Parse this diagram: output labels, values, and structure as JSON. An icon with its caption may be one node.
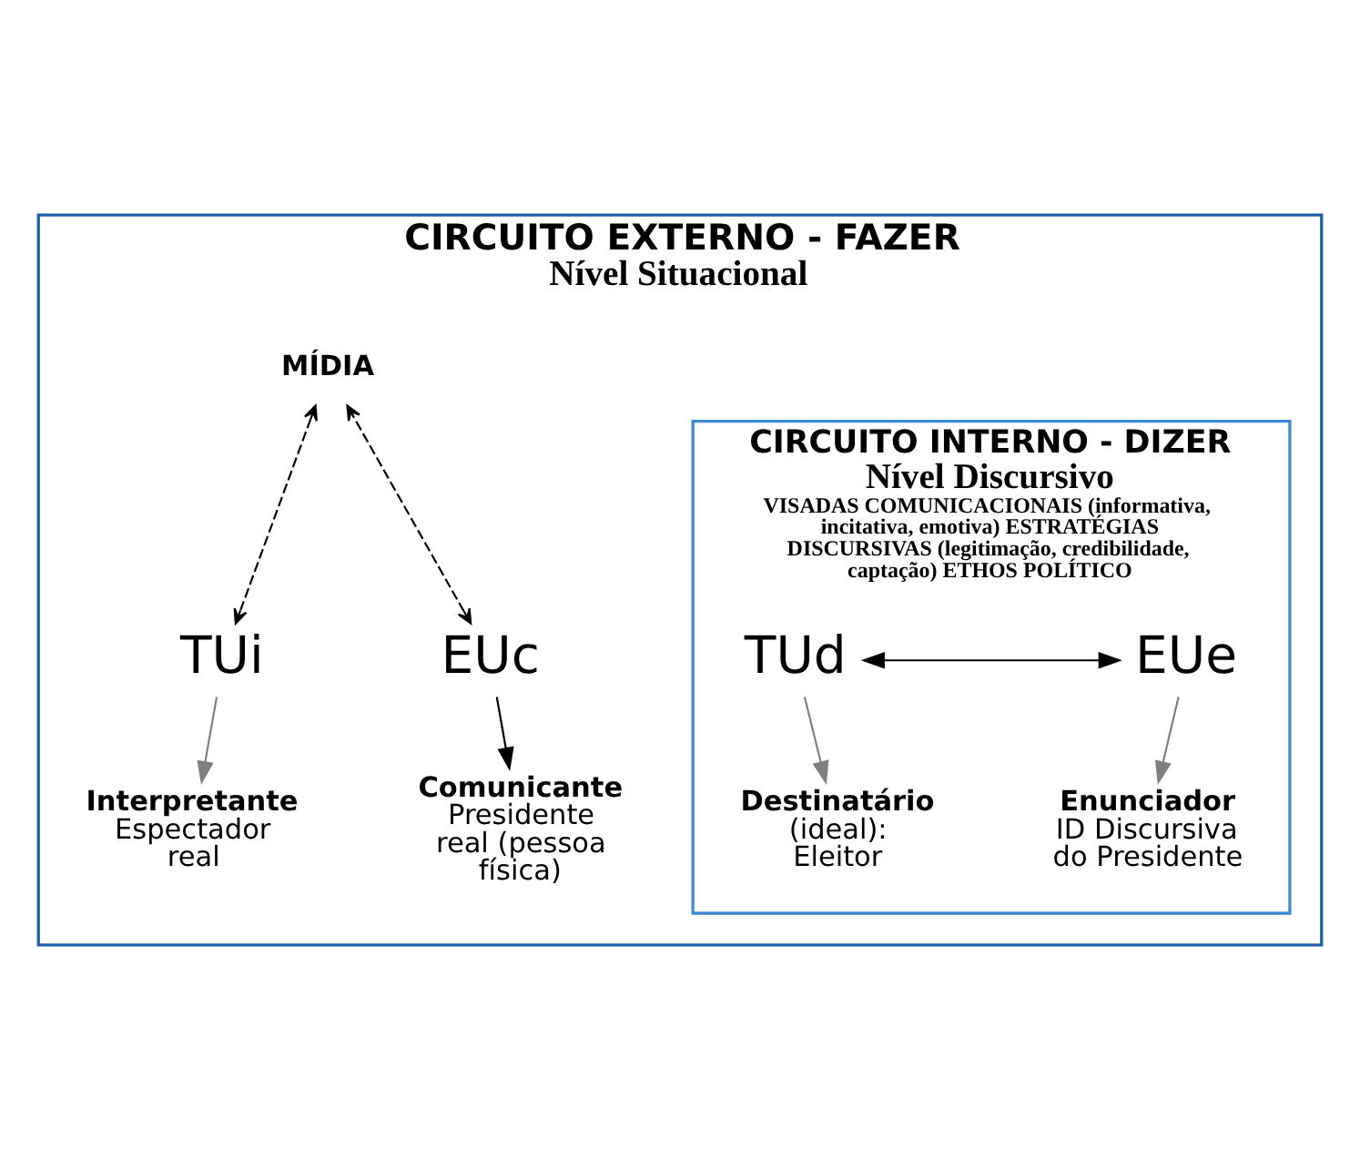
{
  "diagram": {
    "nodes": [
      {
        "text": [
          "CIRCUITO EXTERNO - FAZER",
          "Nível Situacional"
        ]
      },
      {
        "text": [
          "MÍDIA"
        ],
        "in": 0
      },
      {
        "text": [
          "CIRCUITO INTERNO - DIZER",
          "Nível Discursivo",
          "VISADAS COMUNICACIONAIS (informativa, incitativa, emotiva) ESTRATÉGIAS DISCURSIVAS (legitimação, credibilidade, captação) ETHOS POLÍTICO"
        ],
        "in": 0
      },
      {
        "text": [
          "EUc"
        ],
        "in": 0
      },
      {
        "text": [
          "EUe"
        ],
        "in": 2
      },
      {
        "text": [
          "TUd"
        ],
        "in": 2
      },
      {
        "text": [
          "TUi"
        ],
        "in": 0
      },
      {
        "text": [
          "Comunicante",
          "Presidente real (pessoa física)"
        ],
        "in": 0
      },
      {
        "text": [
          "Enunciador",
          "ID Discursiva do Presidente"
        ],
        "in": 2
      },
      {
        "text": [
          "Destinatário",
          "(ideal): Eleitor"
        ],
        "in": 2
      },
      {
        "text": [
          "Interpretante",
          "Espectador real"
        ],
        "in": 0
      }
    ],
    "edges": [
      {
        "from": 3,
        "to": 1,
        "arrow": "both",
        "style": "dashed"
      },
      {
        "from": 1,
        "to": 6,
        "arrow": "both",
        "style": "dashed"
      },
      {
        "from": 4,
        "to": 5,
        "arrow": "both"
      },
      {
        "from": 4,
        "to": 8,
        "arrow": "to",
        "color": "#808080"
      },
      {
        "from": 5,
        "to": 9,
        "arrow": "to",
        "color": "#808080"
      },
      {
        "from": 3,
        "to": 7,
        "arrow": "to"
      },
      {
        "from": 6,
        "to": 10,
        "arrow": "to",
        "color": "#808080"
      }
    ]
  }
}
